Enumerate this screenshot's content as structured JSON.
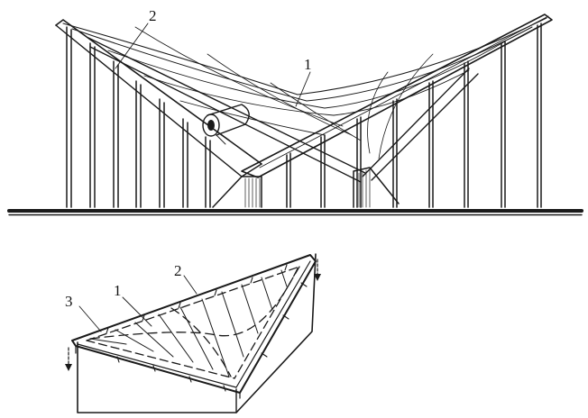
{
  "top_figure": {
    "labels": {
      "roof_surface": "1",
      "edge_beam": "2"
    }
  },
  "bottom_figure": {
    "labels": {
      "roof_surface": "1",
      "edge_beam": "2",
      "corner_detail": "3"
    }
  },
  "colors": {
    "ink": "#1a1a1a",
    "background": "#ffffff"
  }
}
